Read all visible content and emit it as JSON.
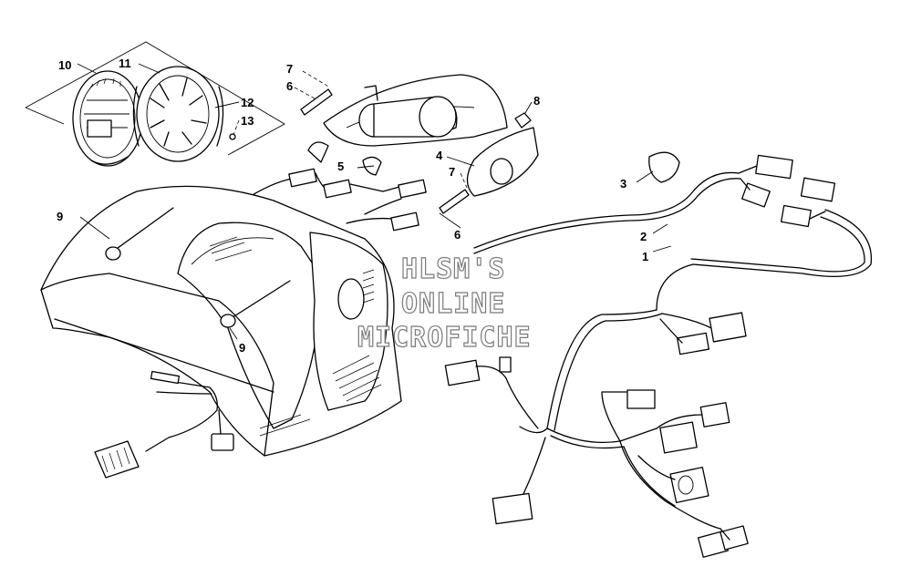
{
  "diagram": {
    "callouts": {
      "c10": "10",
      "c11": "11",
      "c12": "12",
      "c13": "13",
      "c7a": "7",
      "c6a": "6",
      "c8": "8",
      "c4": "4",
      "c5": "5",
      "c7b": "7",
      "c6b": "6",
      "c3": "3",
      "c2": "2",
      "c1": "1",
      "c9a": "9",
      "c9b": "9"
    },
    "watermark": {
      "line1": "HLSM'S",
      "line2": "ONLINE",
      "line3": "MICROFICHE"
    }
  }
}
